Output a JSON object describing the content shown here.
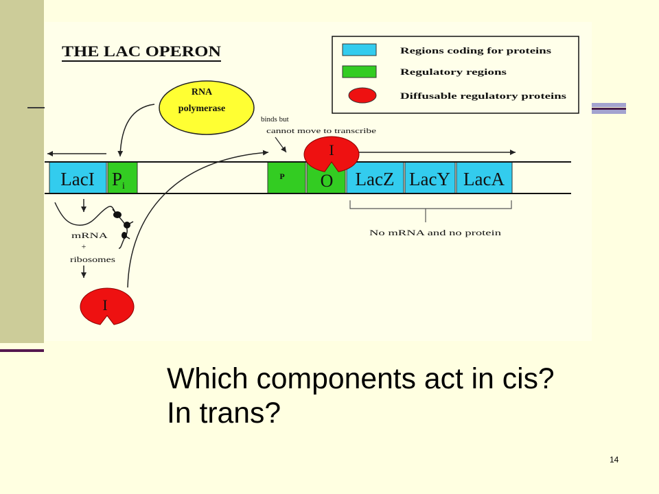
{
  "slide": {
    "theme_colors": {
      "background": "#FFFFE1",
      "accent_band": "#CCCC99",
      "rule": "#55184F"
    },
    "question": {
      "line1": "Which components act in cis?",
      "line2": "In trans?"
    },
    "page_number": "14"
  },
  "diagram": {
    "title": "THE LAC OPERON",
    "legend": [
      {
        "label": "Regions coding for proteins",
        "color": "#33CCEE"
      },
      {
        "label": "Regulatory regions",
        "color": "#33CC22"
      },
      {
        "label": "Diffusable regulatory proteins",
        "color": "#EE1111"
      }
    ],
    "dna_segments": {
      "lacI": "LacI",
      "promoter_i": {
        "main": "P",
        "subscript": "i"
      },
      "promoter": "P",
      "operator": "O",
      "lacZ": "LacZ",
      "lacY": "LacY",
      "lacA": "LacA"
    },
    "rna_polymerase": {
      "line1": "RNA",
      "line2": "polymerase",
      "color": "#FFFF33"
    },
    "polymerase_note": {
      "line1": "binds but",
      "line2": "cannot move to transcribe"
    },
    "repressor": {
      "bound_label": "I",
      "free_label": "I"
    },
    "translation": {
      "mrna": "mRNA",
      "plus": "+",
      "ribosomes": "ribosomes"
    },
    "outcome_note": "No mRNA and no protein"
  }
}
